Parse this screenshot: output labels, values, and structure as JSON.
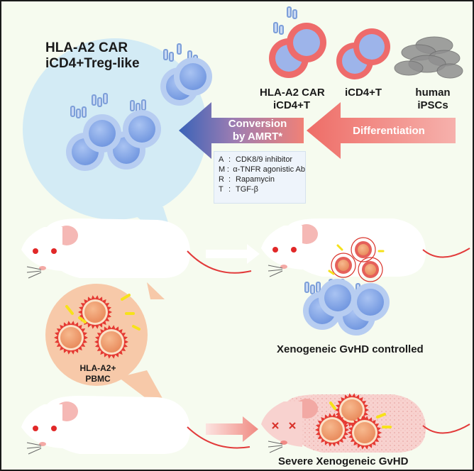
{
  "title": {
    "line1": "HLA-A2 CAR",
    "line2": "iCD4+Treg-like"
  },
  "cells": {
    "car_cd4": {
      "line1": "HLA-A2 CAR",
      "line2": "iCD4+T"
    },
    "icd4t": "iCD4+T",
    "ipsc": {
      "line1": "human",
      "line2": "iPSCs"
    }
  },
  "arrows": {
    "differentiation": "Differentiation",
    "conversion_line1": "Conversion",
    "conversion_line2": "by AMRT*"
  },
  "legend": [
    {
      "key": "A",
      "text": "CDK8/9 inhibitor"
    },
    {
      "key": "M",
      "text": "α-TNFR agonistic Ab"
    },
    {
      "key": "R",
      "text": "Rapamycin"
    },
    {
      "key": "T",
      "text": "TGF-β"
    }
  ],
  "pbmc": {
    "line1": "HLA-A2+",
    "line2": "PBMC"
  },
  "outcomes": {
    "controlled": "Xenogeneic GvHD controlled",
    "severe": "Severe Xenogeneic GvHD"
  },
  "colors": {
    "treg_blue": "#7fa6e6",
    "cd4_red": "#ef6b6b",
    "arrow_pink": "#f18a84",
    "conversion_purple": "#b07aa0",
    "pbmc_bg": "#f7c9a9",
    "bubble_blue": "#cde8f3",
    "mouse_red": "#e23a3a"
  }
}
